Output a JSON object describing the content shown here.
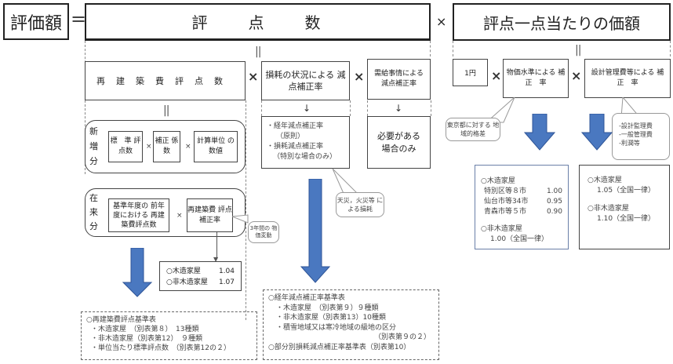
{
  "formula": {
    "result_label": "評価額",
    "equals": "=",
    "times": "×",
    "points_label": "評　　点　　数",
    "unit_price_label": "評点一点当たりの価額"
  },
  "connectors": {
    "equals_sym": "||",
    "down_arrow": "↓"
  },
  "points": {
    "rebuild_cost": "再建築費評点数",
    "deterioration_rate": "損耗の状況による 減点補正率",
    "market_rate": "需給事情による 減点補正率",
    "new_construction": {
      "label": "新増分",
      "standard_points": "標　準 評点数",
      "correction_coef": "補正 係数",
      "unit_quantity": "計算単位 の数値"
    },
    "existing": {
      "label": "在来分",
      "base_year_points": "基準年度の 前年度における 再建築費評点数",
      "rebuild_correction": "再建築費 評点補正率",
      "callout": "3年間の 物価変動",
      "rates": [
        {
          "type": "○木造家屋",
          "value": "1.04"
        },
        {
          "type": "○非木造家屋",
          "value": "1.07"
        }
      ]
    },
    "deterioration_detail": [
      "・経年減点補正率",
      "（原則）",
      "・損耗減点補正率",
      "（特別な場合のみ）"
    ],
    "deterioration_callout": "天災，火災等 による損耗",
    "market_detail": "必要がある 場合のみ",
    "rebuild_table": {
      "title": "○再建築費評点基準表",
      "items": [
        "・木造家屋　（別表第８）　13種類",
        "・非木造家屋（別表第12）　９種類",
        "・単位当たり標準評点数　（別表第12の２）"
      ]
    },
    "deterioration_table": {
      "title": "○経年減点補正率基準表",
      "items": [
        "・木造家屋　（別表第９）９種類",
        "・非木造家屋（別表第13）10種類",
        "・積雪地域又は寒冷地域の級地の区分",
        "（別表第９の２）"
      ],
      "footer": "○部分別損耗減点補正率基準表（別表第10）"
    }
  },
  "unit_price": {
    "yen": "1円",
    "price_level": "物価水準による 補　正　率",
    "design_mgmt": "設計管理費等による 補　正　率",
    "price_callout": "東京都に対する 地域的格差",
    "design_callout": [
      "-設計監理費",
      "-一般管理費",
      "-利潤等"
    ],
    "price_table": {
      "wood": "○木造家屋",
      "rows": [
        {
          "area": "特別区等８市",
          "value": "1.00"
        },
        {
          "area": "仙台市等34市",
          "value": "0.95"
        },
        {
          "area": "青森市等５市",
          "value": "0.90"
        }
      ],
      "nonwood": "○非木造家屋",
      "nonwood_value": "1.00（全国一律）"
    },
    "design_table": {
      "wood": "○木造家屋",
      "wood_value": "1.05（全国一律）",
      "nonwood": "○非木造家屋",
      "nonwood_value": "1.10（全国一律）"
    }
  },
  "colors": {
    "arrow_blue": "#4a78c0",
    "arrow_edge": "#2f5597"
  }
}
